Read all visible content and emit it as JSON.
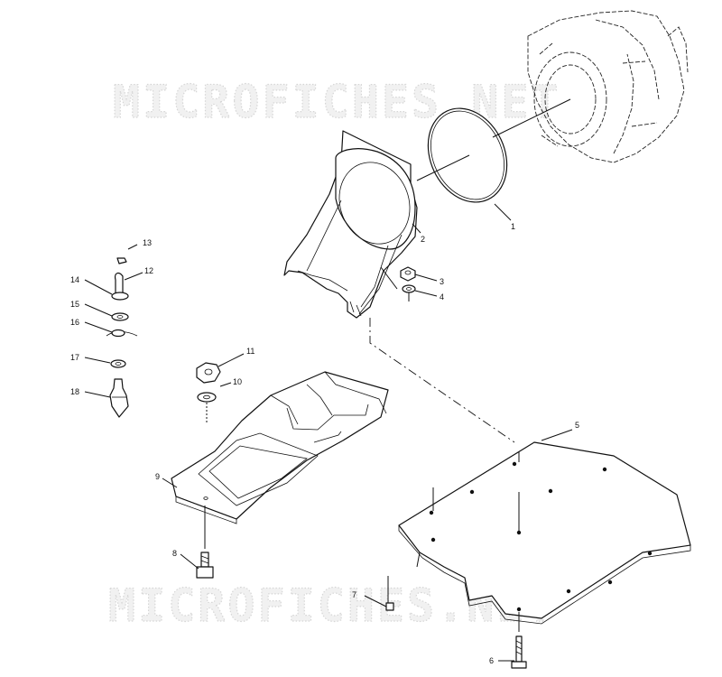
{
  "watermark": {
    "top": "MICROFICHES.NET",
    "bottom": "MICROFICHES.NET"
  },
  "callouts": [
    {
      "id": "1",
      "text": "1"
    },
    {
      "id": "2",
      "text": "2"
    },
    {
      "id": "3",
      "text": "3"
    },
    {
      "id": "4",
      "text": "4"
    },
    {
      "id": "5",
      "text": "5"
    },
    {
      "id": "6",
      "text": "6"
    },
    {
      "id": "7",
      "text": "7"
    },
    {
      "id": "8",
      "text": "8"
    },
    {
      "id": "9",
      "text": "9"
    },
    {
      "id": "10",
      "text": "10"
    },
    {
      "id": "11",
      "text": "11"
    },
    {
      "id": "12",
      "text": "12"
    },
    {
      "id": "13",
      "text": "13"
    },
    {
      "id": "14",
      "text": "14"
    },
    {
      "id": "15",
      "text": "15"
    },
    {
      "id": "16",
      "text": "16"
    },
    {
      "id": "17",
      "text": "17"
    },
    {
      "id": "18",
      "text": "18"
    }
  ]
}
